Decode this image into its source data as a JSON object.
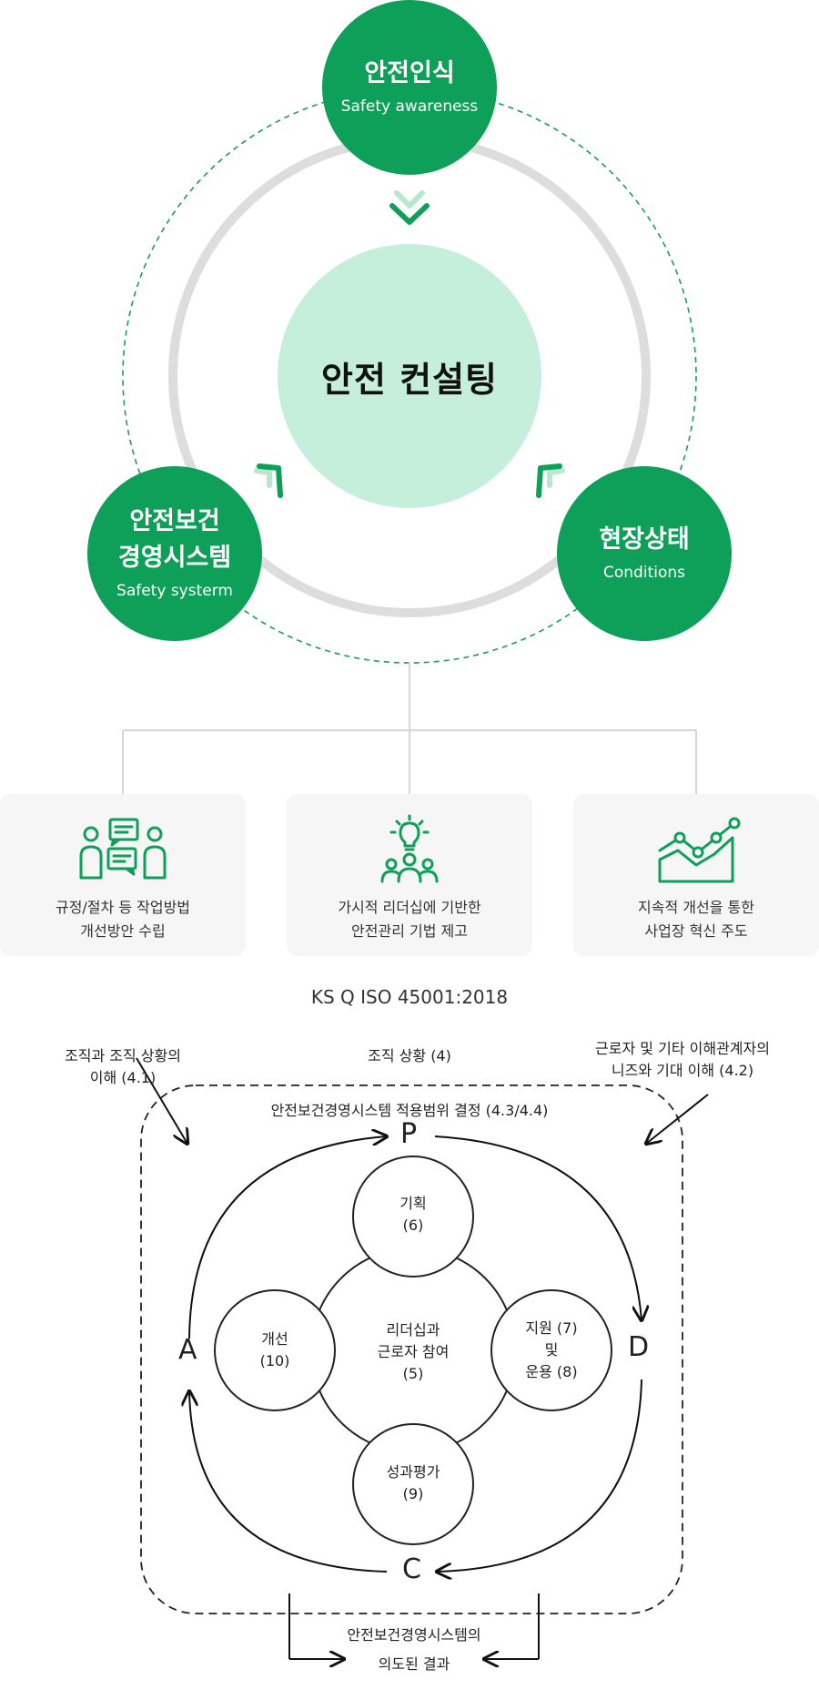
{
  "top_diagram": {
    "center_label": "안전 컨설팅",
    "nodes": [
      {
        "title": "안전인식",
        "subtitle": "Safety awareness"
      },
      {
        "title_line1": "안전보건",
        "title_line2": "경영시스템",
        "subtitle": "Safety systerm"
      },
      {
        "title": "현장상태",
        "subtitle": "Conditions"
      }
    ],
    "colors": {
      "green": "#0e9f58",
      "light_green": "#c5efda",
      "ring": "#dddddd",
      "dashed": "#1a9c5b"
    }
  },
  "cards": [
    {
      "icon": "people-speech-icon",
      "line1": "규정/절차 등 작업방법",
      "line2": "개선방안 수립"
    },
    {
      "icon": "lightbulb-team-icon",
      "line1": "가시적 리더십에 기반한",
      "line2": "안전관리 기법 제고"
    },
    {
      "icon": "line-chart-icon",
      "line1": "지속적 개선을 통한",
      "line2": "사업장 혁신 주도"
    }
  ],
  "iso": {
    "title": "KS Q ISO 45001:2018",
    "top_left_line1": "조직과 조직 상황의",
    "top_left_line2": "이해 (4.1)",
    "top_center": "조직 상황 (4)",
    "top_right_line1": "근로자 및 기타 이해관계자의",
    "top_right_line2": "니즈와 기대 이해 (4.2)",
    "scope": "안전보건경영시스템 적용범위 결정 (4.3/4.4)",
    "letters": {
      "p": "P",
      "d": "D",
      "c": "C",
      "a": "A"
    },
    "center_line1": "리더십과",
    "center_line2": "근로자 참여",
    "center_line3": "(5)",
    "planning_line1": "기획",
    "planning_line2": "(6)",
    "support_line1": "지원 (7)",
    "support_line2": "및",
    "support_line3": "운용 (8)",
    "evaluation_line1": "성과평가",
    "evaluation_line2": "(9)",
    "improvement_line1": "개선",
    "improvement_line2": "(10)",
    "outcome_line1": "안전보건경영시스템의",
    "outcome_line2": "의도된 결과"
  }
}
